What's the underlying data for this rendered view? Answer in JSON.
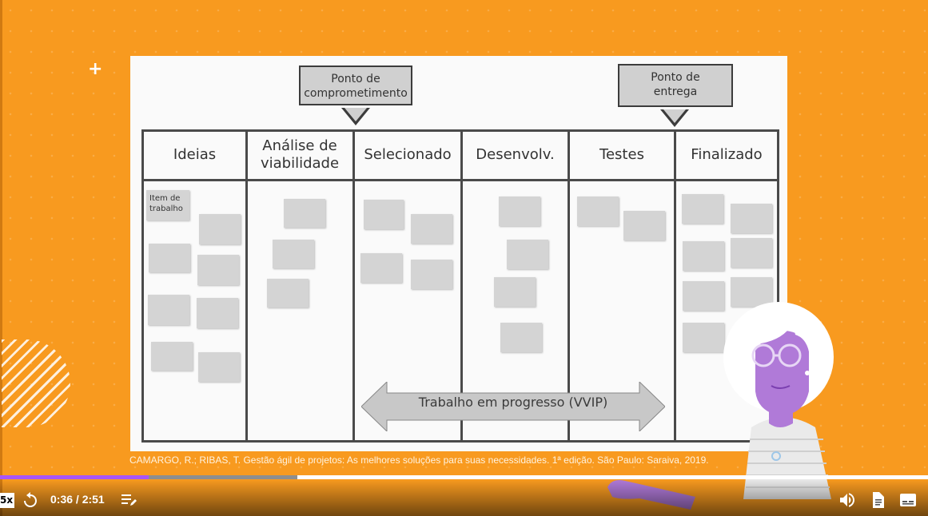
{
  "board": {
    "callouts": {
      "commitment": "Ponto de comprometimento",
      "delivery": "Ponto de entrega"
    },
    "columns": [
      "Ideias",
      "Análise de viabilidade",
      "Selecionado",
      "Desenvolv.",
      "Testes",
      "Finalizado"
    ],
    "item_label": "Item de trabalho",
    "wip_label": "Trabalho em progresso (VVIP)"
  },
  "citation": "CAMARGO, R.; RIBAS, T. Gestão ágil de projetos: As melhores soluções para suas necessidades. 1ª edição. São Paulo: Saraiva, 2019.",
  "player": {
    "speed": "5x",
    "time": "0:36 / 2:51",
    "progress_fraction": 0.16,
    "buffer_fraction": 0.32,
    "accent": "#a855f7",
    "icons": [
      "replay-icon",
      "playlist-edit-icon",
      "volume-icon",
      "transcript-icon",
      "captions-icon"
    ]
  }
}
